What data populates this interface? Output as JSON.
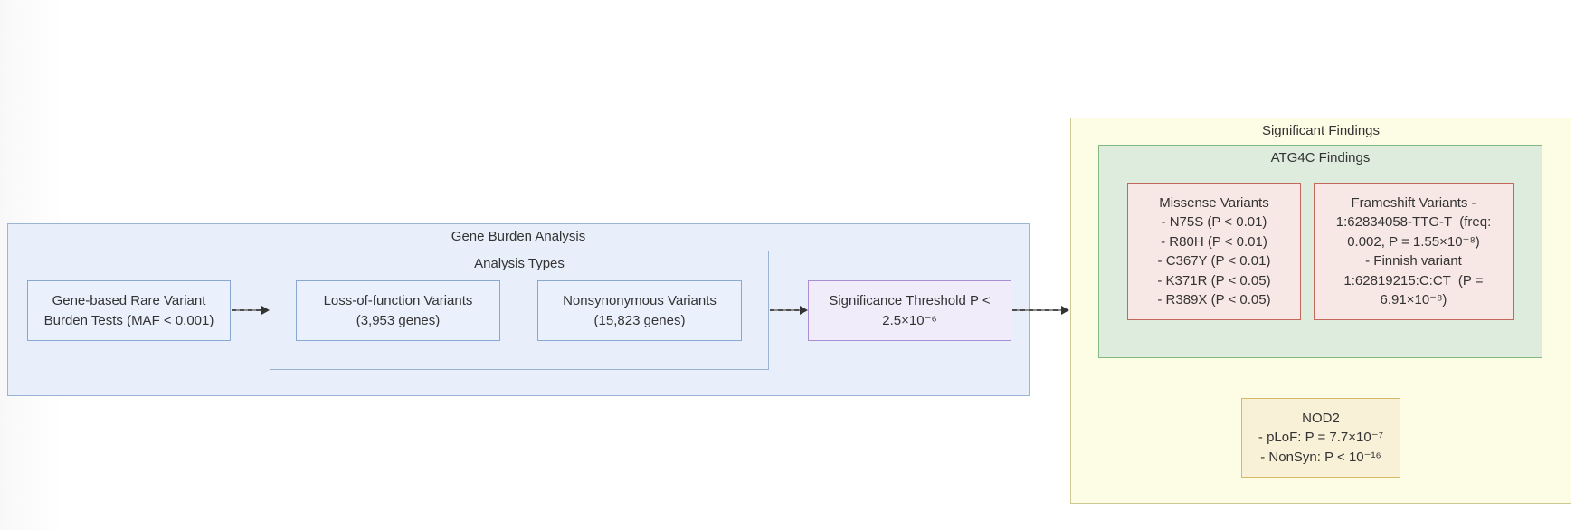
{
  "groups": {
    "gene_burden": {
      "title": "Gene Burden Analysis",
      "fill": "#e9effa",
      "border": "#9ab4d6"
    },
    "analysis_types": {
      "title": "Analysis Types",
      "fill": "#e9effa",
      "border": "#9ab4d6"
    },
    "significant_findings": {
      "title": "Significant Findings",
      "fill": "#fdfce4",
      "border": "#cbc994"
    },
    "atg4c_findings": {
      "title": "ATG4C Findings",
      "fill": "#deecde",
      "border": "#82b982"
    }
  },
  "nodes": {
    "burden_tests": {
      "lines": [
        "Gene-based Rare Variant",
        "Burden Tests (MAF < 0.001)"
      ],
      "fill": "#eaf1fc",
      "border": "#8aa7d1"
    },
    "lof_variants": {
      "lines": [
        "Loss-of-function Variants",
        "(3,953 genes)"
      ],
      "fill": "#eaf1fc",
      "border": "#8aa7d1"
    },
    "nonsyn_variants": {
      "lines": [
        "Nonsynonymous Variants",
        "(15,823 genes)"
      ],
      "fill": "#eaf1fc",
      "border": "#8aa7d1"
    },
    "significance_threshold": {
      "lines": [
        "Significance Threshold P <",
        "2.5×10⁻⁶"
      ],
      "fill": "#f1ecfa",
      "border": "#a98fd1"
    },
    "missense": {
      "lines": [
        "Missense Variants",
        "- N75S (P < 0.01)",
        "- R80H (P < 0.01)",
        "- C367Y (P < 0.01)",
        "- K371R (P < 0.05)",
        "- R389X (P < 0.05)"
      ],
      "fill": "#f8e8e5",
      "border": "#c4685c"
    },
    "frameshift": {
      "lines": [
        "Frameshift Variants -",
        "1:62834058-TTG-T  (freq:",
        "0.002, P = 1.55×10⁻⁸)",
        "- Finnish variant",
        "1:62819215:C:CT  (P =",
        "6.91×10⁻⁸)"
      ],
      "fill": "#f8e8e5",
      "border": "#c4685c"
    },
    "nod2": {
      "lines": [
        "NOD2",
        "- pLoF: P = 7.7×10⁻⁷",
        "- NonSyn: P < 10⁻¹⁶"
      ],
      "fill": "#f9f0d8",
      "border": "#d5b965"
    }
  },
  "style": {
    "text_color": "#333333",
    "arrow_color": "#4d4d4d",
    "arrowhead_color": "#333333",
    "background": "#ffffff"
  }
}
